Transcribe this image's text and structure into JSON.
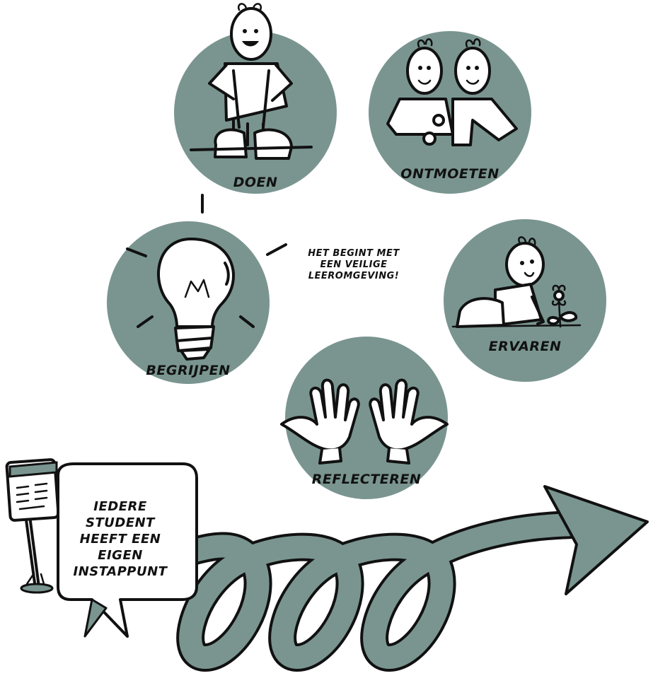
{
  "colors": {
    "circle_fill": "#7a9590",
    "ink": "#111111",
    "background": "#ffffff"
  },
  "stages": [
    {
      "id": "doen",
      "label": "DOEN",
      "icon": "person-in-overalls-icon"
    },
    {
      "id": "ontmoeten",
      "label": "ONTMOETEN",
      "icon": "two-people-meeting-icon"
    },
    {
      "id": "begrijpen",
      "label": "BEGRIJPEN",
      "icon": "lightbulb-icon"
    },
    {
      "id": "ervaren",
      "label": "ERVAREN",
      "icon": "child-with-flower-icon"
    },
    {
      "id": "reflecteren",
      "label": "REFLECTEREN",
      "icon": "two-hands-icon"
    }
  ],
  "center_note": {
    "lines": [
      "HET BEGINT MET",
      "EEN VEILIGE",
      "LEEROMGEVING!"
    ]
  },
  "speech_bubble": {
    "lines": [
      "IEDERE",
      "STUDENT",
      "HEEFT EEN",
      "EIGEN",
      "INSTAPPUNT"
    ]
  },
  "decorations": {
    "signpost": "signpost-icon",
    "path": "spiral-arrow-icon"
  }
}
